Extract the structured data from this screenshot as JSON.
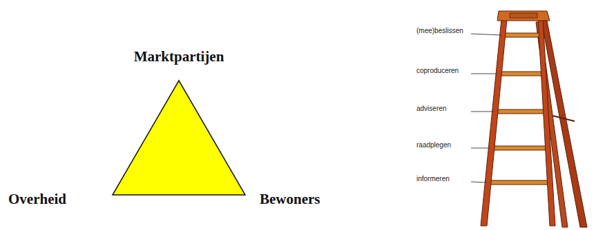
{
  "diagram": {
    "labels": [
      "Marktpartijen",
      "Overheid",
      "Bewoners",
      "(mee)beslissen",
      "coproduceren",
      "adviseren",
      "raadplegen",
      "informeren"
    ]
  }
}
